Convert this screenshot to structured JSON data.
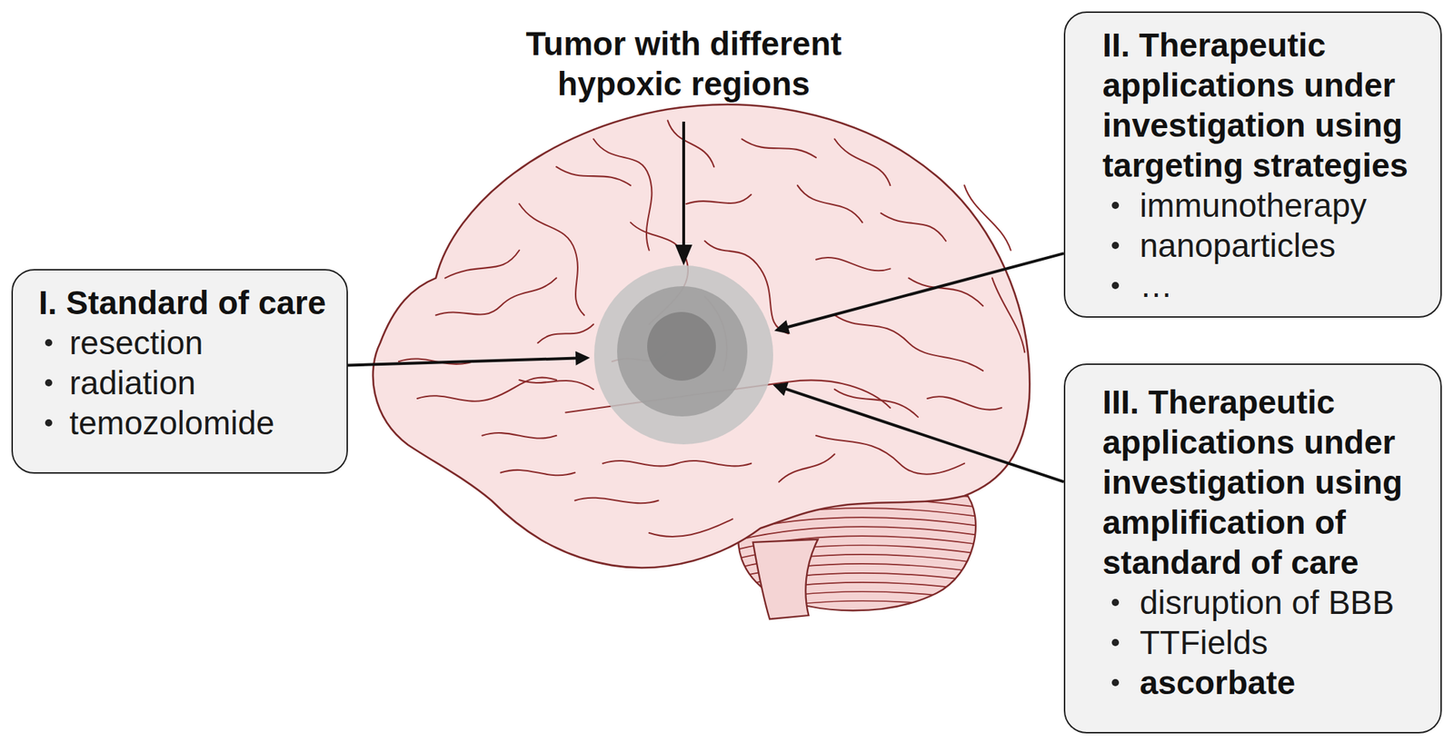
{
  "diagram": {
    "nodes": [
      {
        "text": [
          "I. Standard of care",
          "resection",
          "radiation",
          "temozolomide"
        ]
      },
      {
        "text": [
          "Tumor with different hypoxic regions"
        ]
      },
      {
        "text": [
          "II. Therapeutic applications under investigation using targeting strategies",
          "immunotherapy",
          "nanoparticles",
          "…"
        ]
      },
      {
        "text": [
          "III. Therapeutic applications under investigation using amplification of standard of care",
          "disruption of BBB",
          "TTFields",
          "ascorbate"
        ]
      }
    ],
    "edges": [
      {
        "from": 0,
        "to": 1,
        "arrow": "to"
      },
      {
        "from": 2,
        "to": 1,
        "arrow": "to"
      },
      {
        "from": 3,
        "to": 1,
        "arrow": "to"
      }
    ]
  }
}
